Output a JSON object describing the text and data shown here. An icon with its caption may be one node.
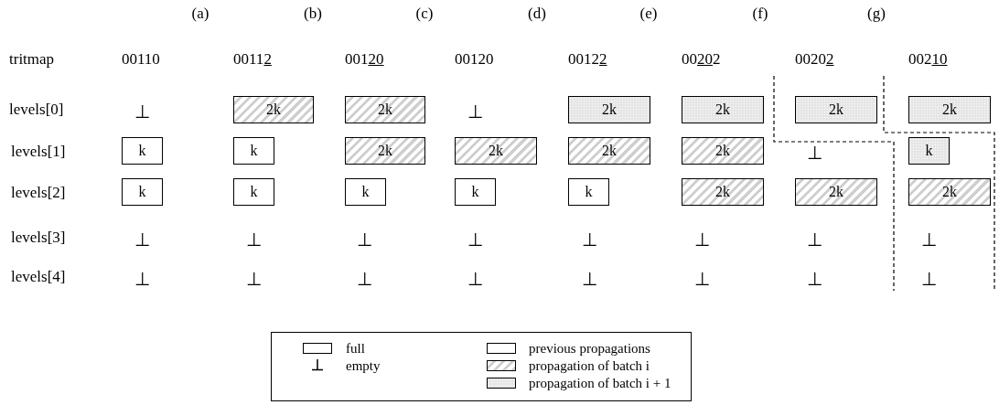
{
  "diagram": {
    "nodes": [
      {
        "text": [
          "2k"
        ]
      },
      {
        "text": [
          "2k"
        ]
      },
      {
        "text": [
          "2k"
        ]
      },
      {
        "text": [
          "2k"
        ]
      },
      {
        "text": [
          "2k"
        ]
      },
      {
        "text": [
          "2k"
        ]
      },
      {
        "text": [
          "k"
        ]
      },
      {
        "text": [
          "k"
        ]
      },
      {
        "text": [
          "2k"
        ]
      },
      {
        "text": [
          "2k"
        ]
      },
      {
        "text": [
          "2k"
        ]
      },
      {
        "text": [
          "2k"
        ]
      },
      {
        "text": [
          "k"
        ]
      },
      {
        "text": [
          "k"
        ]
      },
      {
        "text": [
          "k"
        ]
      },
      {
        "text": [
          "k"
        ]
      },
      {
        "text": [
          "k"
        ]
      },
      {
        "text": [
          "k"
        ]
      },
      {
        "text": [
          "2k"
        ]
      },
      {
        "text": [
          "2k"
        ]
      },
      {
        "text": [
          "2k"
        ]
      }
    ],
    "labels": [
      "(a)",
      "(b)",
      "(c)",
      "(d)",
      "(e)",
      "(f)",
      "(g)",
      "tritmap",
      "00110",
      "00112",
      "00120",
      "00120",
      "00122",
      "00202",
      "00202",
      "00210",
      "levels[0]",
      "⊥",
      "⊥",
      "levels[1]",
      "⊥",
      "levels[2]",
      "levels[3]",
      "⊥",
      "⊥",
      "⊥",
      "⊥",
      "⊥",
      "⊥",
      "⊥",
      "⊥",
      "levels[4]",
      "⊥",
      "⊥",
      "⊥",
      "⊥",
      "⊥",
      "⊥",
      "⊥",
      "⊥"
    ],
    "legend": [
      {
        "text": "full"
      },
      {
        "text": "empty"
      },
      {
        "text": "previous propagations"
      },
      {
        "text": "propagation of batch i"
      },
      {
        "text": "propagation of batch i + 1"
      }
    ]
  }
}
